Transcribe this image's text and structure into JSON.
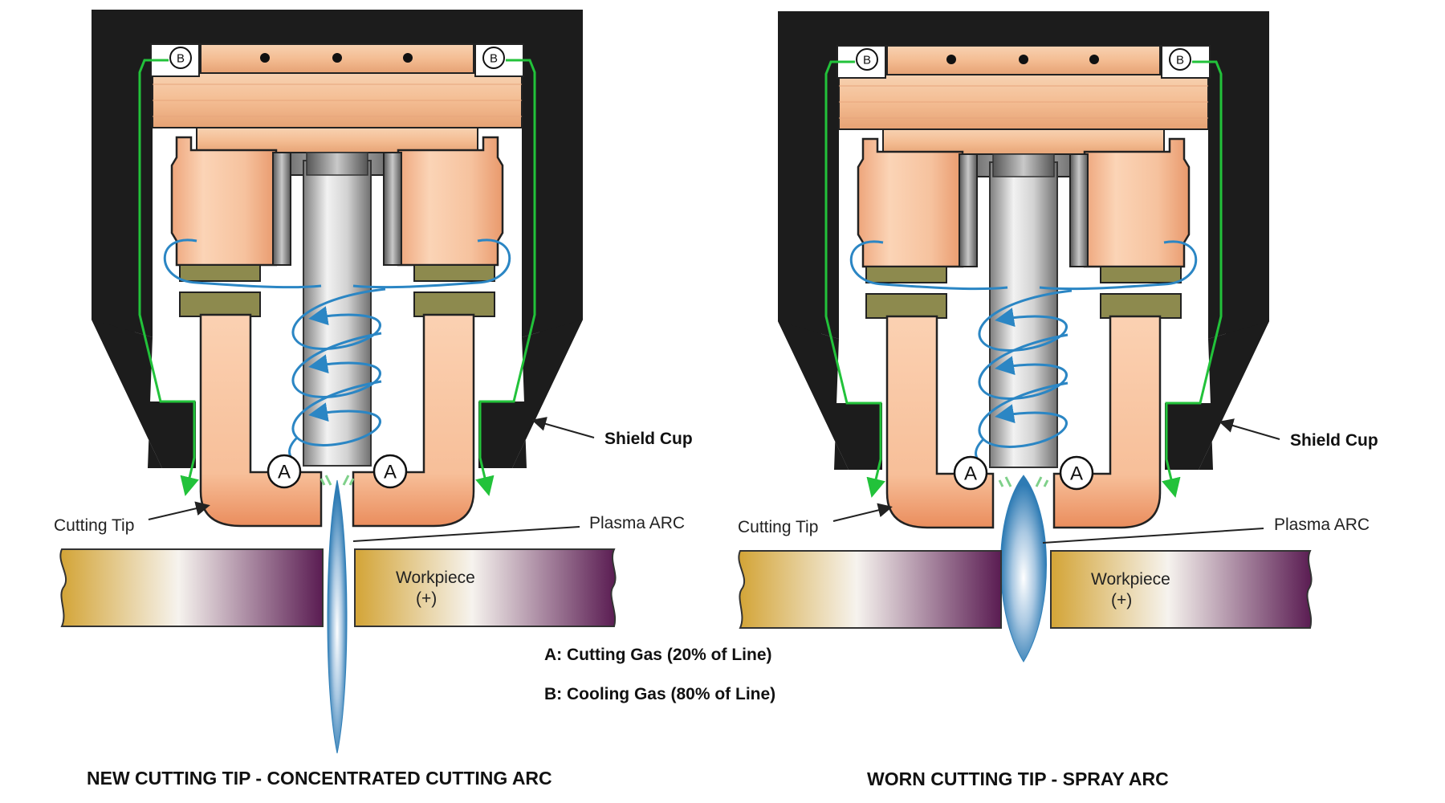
{
  "labels": {
    "shield_cup": "Shield Cup",
    "cutting_tip": "Cutting Tip",
    "plasma_arc": "Plasma ARC",
    "workpiece": "Workpiece",
    "workpiece_polarity": "(+)",
    "marker_a": "A",
    "marker_b": "B"
  },
  "legend": {
    "a": "A: Cutting  Gas (20% of Line)",
    "b": "B: Cooling Gas (80% of Line)"
  },
  "captions": {
    "left": "NEW CUTTING TIP - CONCENTRATED CUTTING ARC",
    "right": "WORN CUTTING TIP - SPRAY ARC"
  },
  "colors": {
    "shield": "#1c1c1c",
    "copper_light": "#f7caa7",
    "copper_dark": "#e08e60",
    "insulator": "#8d8a4e",
    "electrode": "#b9b9b9",
    "cutting_gas_flow": "#2b86c4",
    "cooling_gas_flow": "#22c23a",
    "workpiece_gold": "#d0a033",
    "workpiece_purple": "#5a1c52",
    "arc_blue": "#2f7fb8"
  }
}
